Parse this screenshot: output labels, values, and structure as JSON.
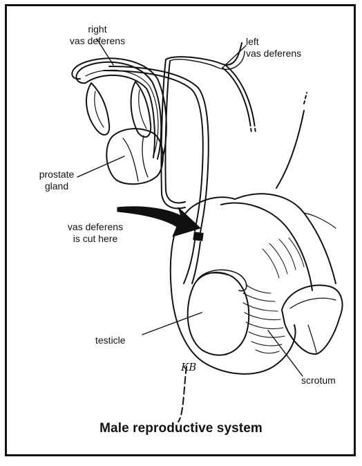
{
  "labels": {
    "right_vas_deferens": "right\nvas deferens",
    "left_vas_deferens": "left\nvas deferens",
    "prostate_gland": "prostate\ngland",
    "cut_point": "vas deferens\nis cut here",
    "testicle": "testicle",
    "scrotum": "scrotum"
  },
  "caption": "Male reproductive system",
  "artist_initials": "KB"
}
